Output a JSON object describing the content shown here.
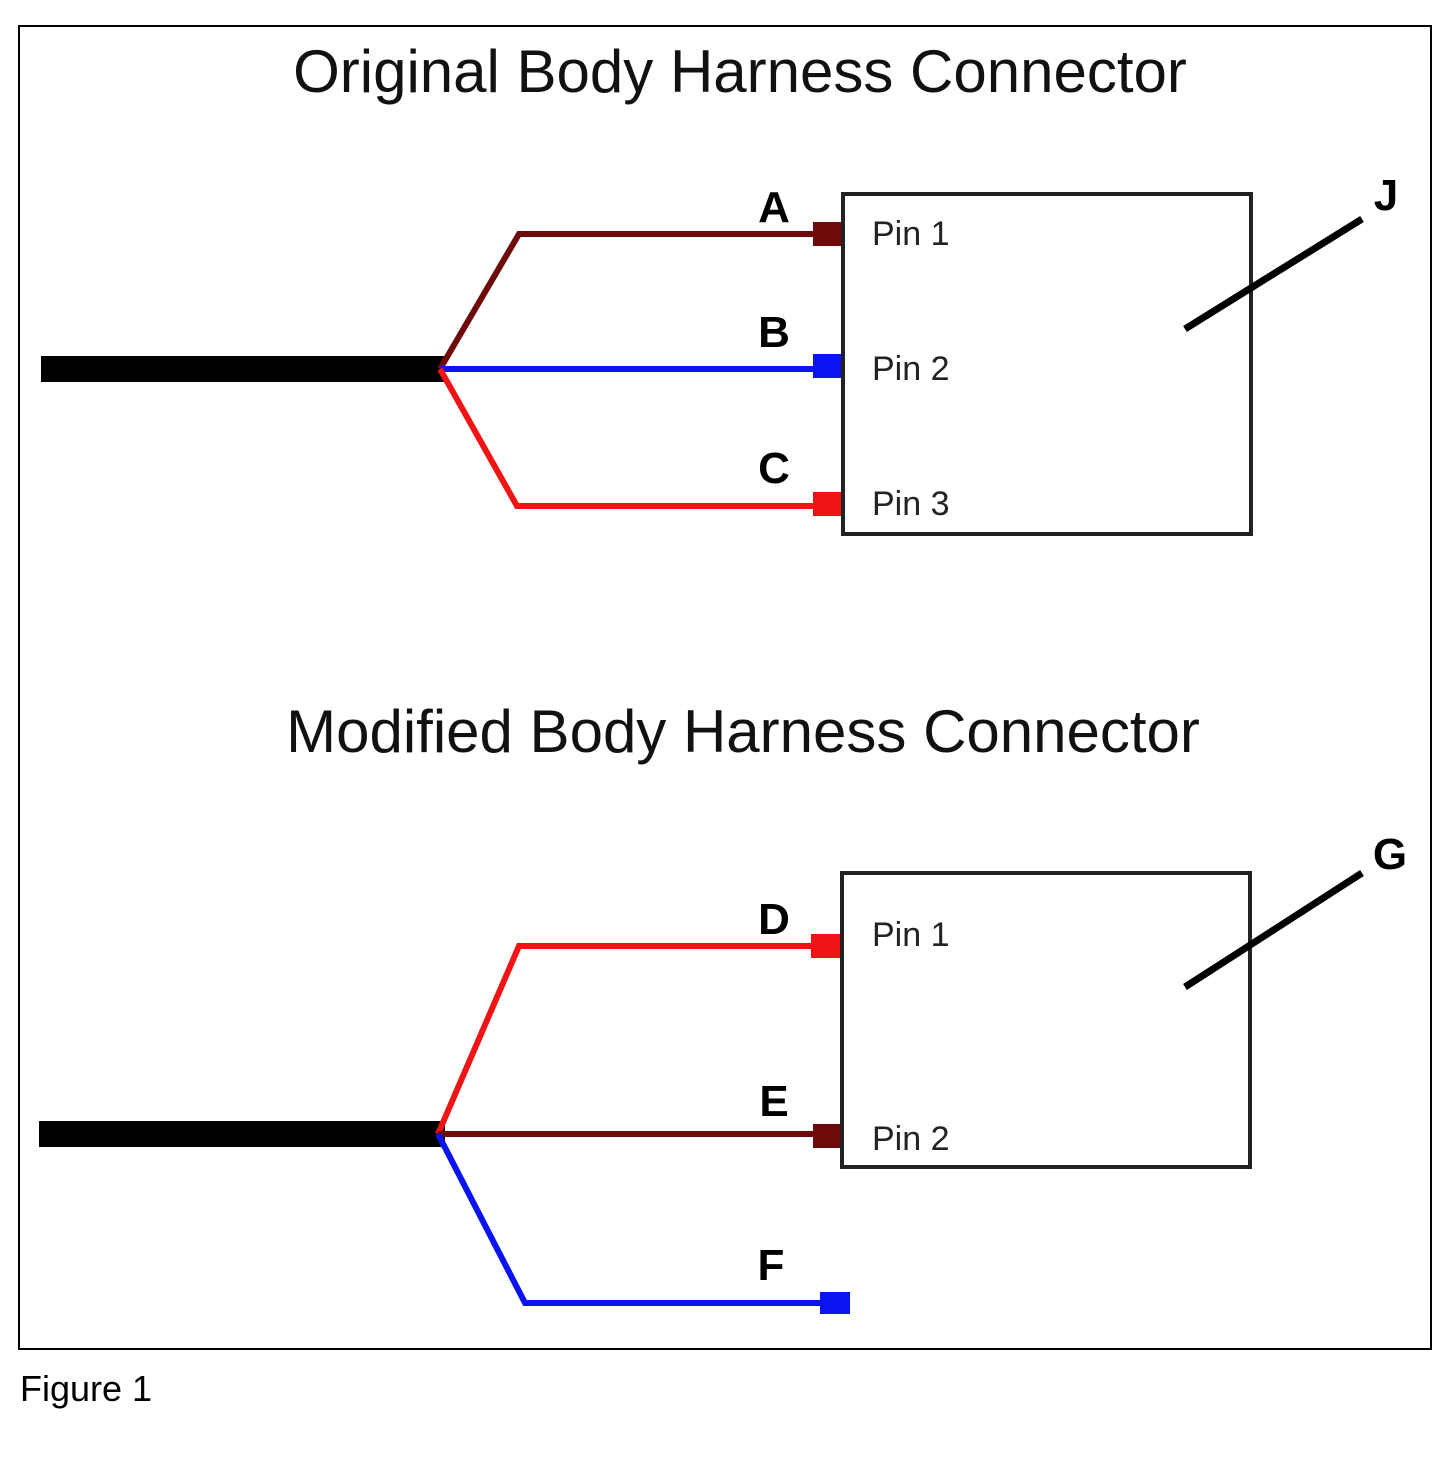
{
  "colors": {
    "dark_red": "#6e0a0a",
    "blue": "#0a14f0",
    "red": "#f01414",
    "trunk": "#000000"
  },
  "original": {
    "title": "Original Body Harness Connector",
    "connector_label": "J",
    "wires": [
      {
        "label": "A",
        "color": "dark_red",
        "pin": "Pin 1"
      },
      {
        "label": "B",
        "color": "blue",
        "pin": "Pin 2"
      },
      {
        "label": "C",
        "color": "red",
        "pin": "Pin 3"
      }
    ]
  },
  "modified": {
    "title": "Modified Body Harness Connector",
    "connector_label": "G",
    "wires": [
      {
        "label": "D",
        "color": "red",
        "pin": "Pin 1"
      },
      {
        "label": "E",
        "color": "dark_red",
        "pin": "Pin 2"
      },
      {
        "label": "F",
        "color": "blue",
        "pin": null
      }
    ]
  },
  "caption": "Figure 1"
}
